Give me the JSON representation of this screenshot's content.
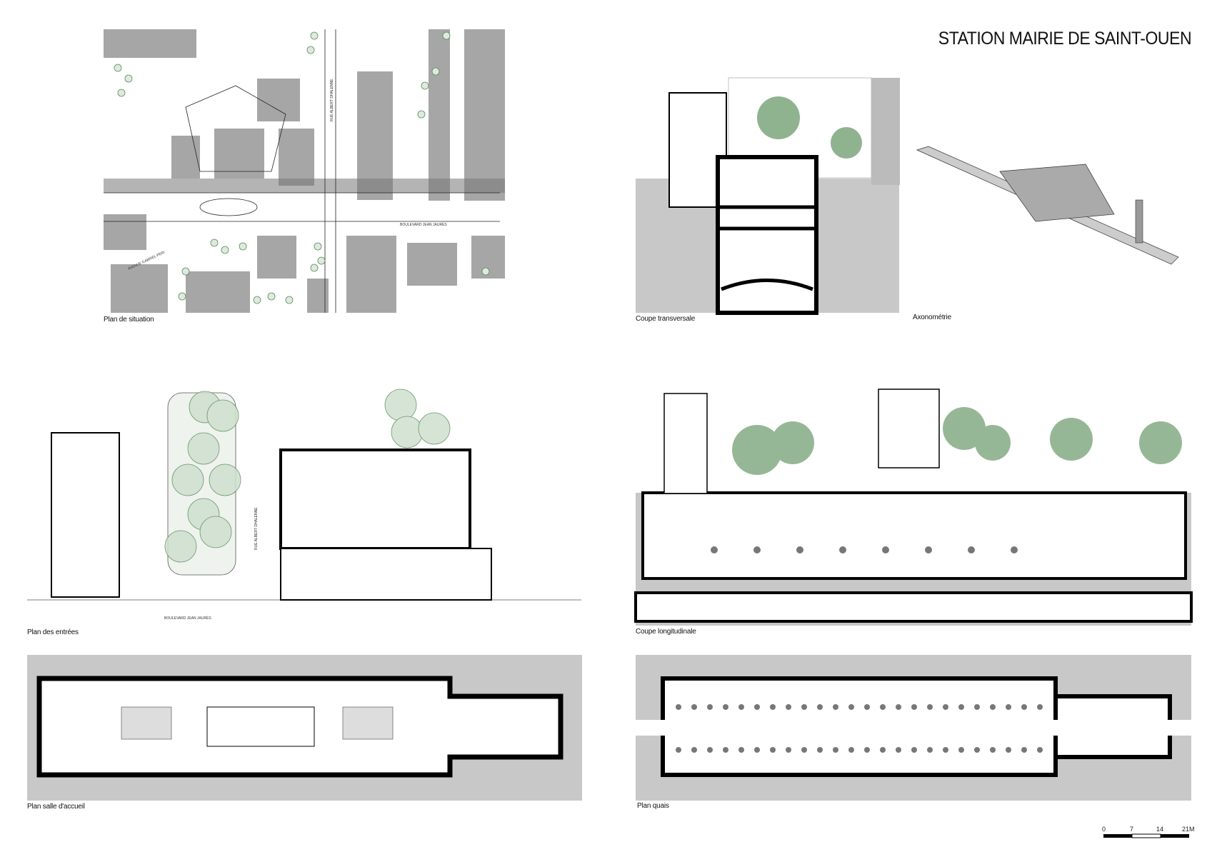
{
  "title": "STATION MAIRIE DE SAINT-OUEN",
  "panels": {
    "plan_situation": "Plan de situation",
    "coupe_transversale": "Coupe transversale",
    "axonometrie": "Axonométrie",
    "plan_entrees": "Plan des entrées",
    "coupe_longitudinale": "Coupe longitudinale",
    "plan_salle": "Plan salle d'accueil",
    "plan_quais": "Plan quais"
  },
  "streets": {
    "boulevard": "BOULEVARD JEAN JAURÈS",
    "avenue": "AVENUE GABRIEL PERI",
    "rue": "RUE ALBERT DHALENNE"
  },
  "scale_bar": {
    "ticks": [
      "0",
      "7",
      "14",
      "21M"
    ]
  },
  "colors": {
    "building": "#a6a6a6",
    "ground": "#c8c8c8",
    "tree": "#5a8a5a",
    "walls": "#000000"
  }
}
